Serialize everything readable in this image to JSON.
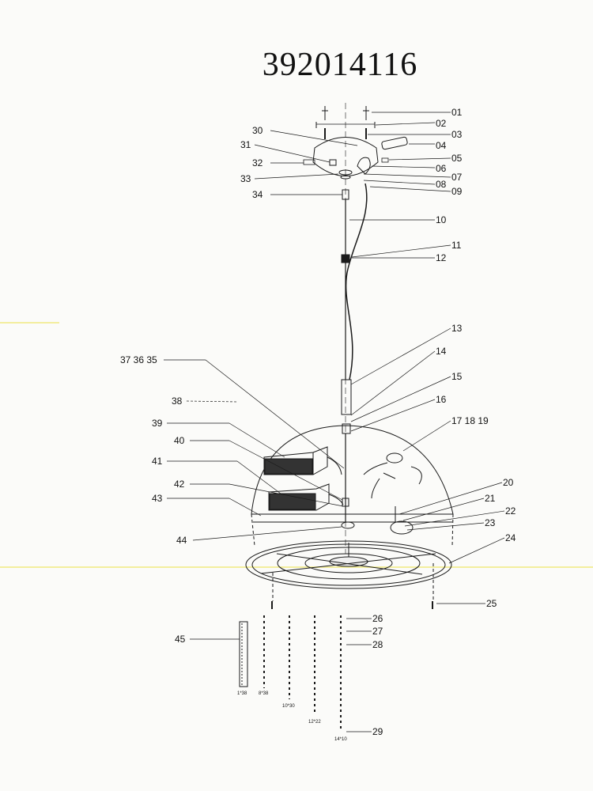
{
  "document": {
    "model_number": "392014116",
    "right_labels": [
      "01",
      "02",
      "03",
      "04",
      "05",
      "06",
      "07",
      "08",
      "09",
      "10",
      "11",
      "12",
      "13",
      "14",
      "15",
      "16",
      "17 18 19",
      "20",
      "21",
      "22",
      "23",
      "24",
      "25",
      "26",
      "27",
      "28",
      "29"
    ],
    "left_labels": [
      "30",
      "31",
      "32",
      "33",
      "34",
      "37 36 35",
      "38",
      "39",
      "40",
      "41",
      "42",
      "43",
      "44",
      "45"
    ],
    "strand_captions": [
      "1*38",
      "8*38",
      "10*30",
      "12*22",
      "14*10"
    ]
  },
  "colors": {
    "ink": "#1a1a1a",
    "highlight": "#f3ee9e",
    "paper": "#fbfbf9"
  }
}
